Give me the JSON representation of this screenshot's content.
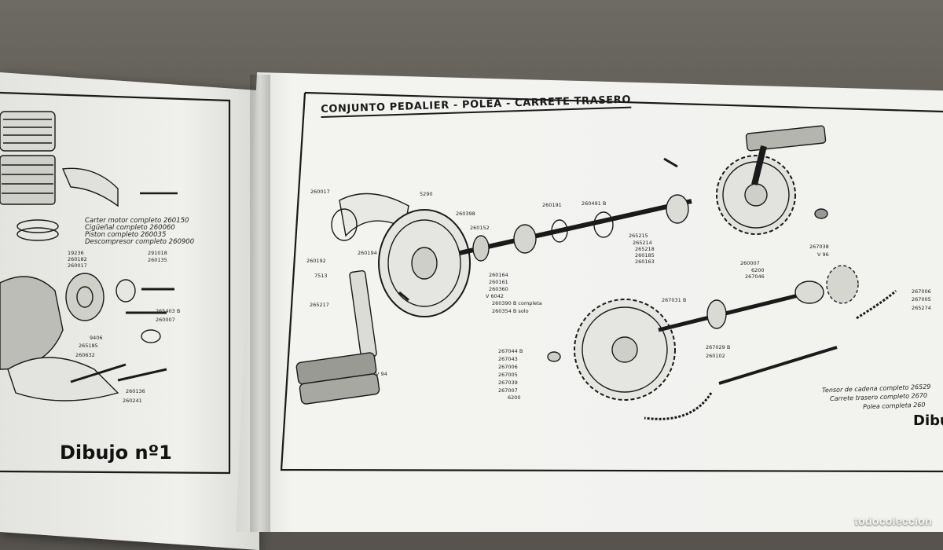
{
  "left_page": {
    "notes": [
      "Carter motor completo  260150",
      "Cigüeñal completo  260060",
      "Piston completo  260035",
      "Descompresor completo  260900"
    ],
    "part_numbers": [
      "19236",
      "260182",
      "260017",
      "291018",
      "260135",
      "265403 B",
      "260007",
      "9406",
      "265185",
      "260632",
      "260136",
      "260241"
    ],
    "drawing_label": "Dibujo nº1"
  },
  "right_page": {
    "title": "CONJUNTO PEDALIER - POLEA - CARRETE TRASERO",
    "part_numbers": [
      "260017",
      "5290",
      "260398",
      "260191",
      "260491 B",
      "260152",
      "260194",
      "260192",
      "7513",
      "265217",
      "260164",
      "260161",
      "260360",
      "V 6042",
      "260390 B completa",
      "260354 B solo",
      "V 94",
      "265215",
      "265214",
      "265218",
      "260185",
      "260163",
      "260007",
      "6200",
      "267046",
      "267038",
      "V 96",
      "267031 B",
      "267006",
      "267005",
      "265274",
      "267044 B",
      "267043",
      "267006",
      "267005",
      "267039",
      "267007",
      "6200",
      "267029 B",
      "260102"
    ],
    "notes": [
      "Tensor de cadena completo  26529",
      "Carrete trasero completo  2670",
      "Polea completa  260"
    ],
    "drawing_label": "Dibu"
  },
  "watermark": "todocoleccion"
}
